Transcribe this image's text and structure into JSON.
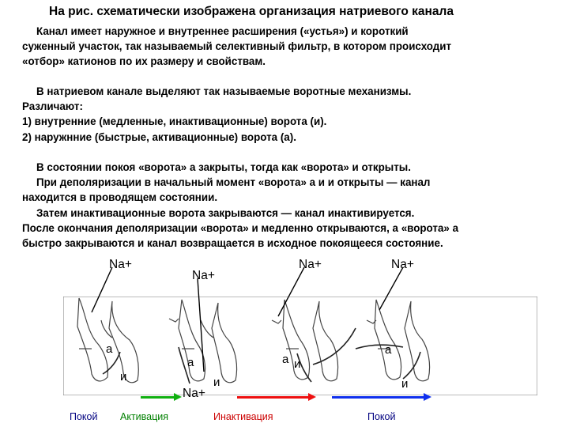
{
  "title": "На рис. схематически изображена организация натриевого канала",
  "paragraph1": [
    "Канал имеет наружное и внутреннее расширения («устья») и короткий",
    "суженный участок, так называемый селективный фильтр, в котором происходит",
    "«отбор» катионов по их размеру и свойствам."
  ],
  "paragraph2": [
    "В натриевом канале выделяют так называемые воротные механизмы.",
    "Различают:",
    "1) внутренние (медленные, инактивационные) ворота (и).",
    "2) наружнние (быстрые, активационные) ворота (а)."
  ],
  "paragraph3": [
    "В состоянии покоя «ворота» а закрыты, тогда как «ворота» и открыты.",
    "При деполяризации в начальный момент «ворота» а и и открыты — канал",
    "находится в проводящем состоянии.",
    "Затем инактивационные ворота закрываются — канал инактивируется.",
    "После окончания деполяризации «ворота» и медленно открываются, а «ворота» а",
    "быстро закрываются и канал возвращается в исходное покоящееся состояние."
  ],
  "figure": {
    "na_labels": [
      "Na+",
      "Na+",
      "Na+",
      "Na+",
      "Na+"
    ],
    "gate_a": "а",
    "gate_i": "и"
  },
  "captions": {
    "rest1": "Покой",
    "activation": "Активация",
    "inactivation": "Инактивация",
    "rest2": "Покой"
  },
  "colors": {
    "rest": "#000080",
    "activation": "#008000",
    "inactivation": "#cc0000",
    "green_arrow": "#10b010",
    "red_arrow": "#ee1010",
    "blue_arrow": "#1030ee"
  }
}
